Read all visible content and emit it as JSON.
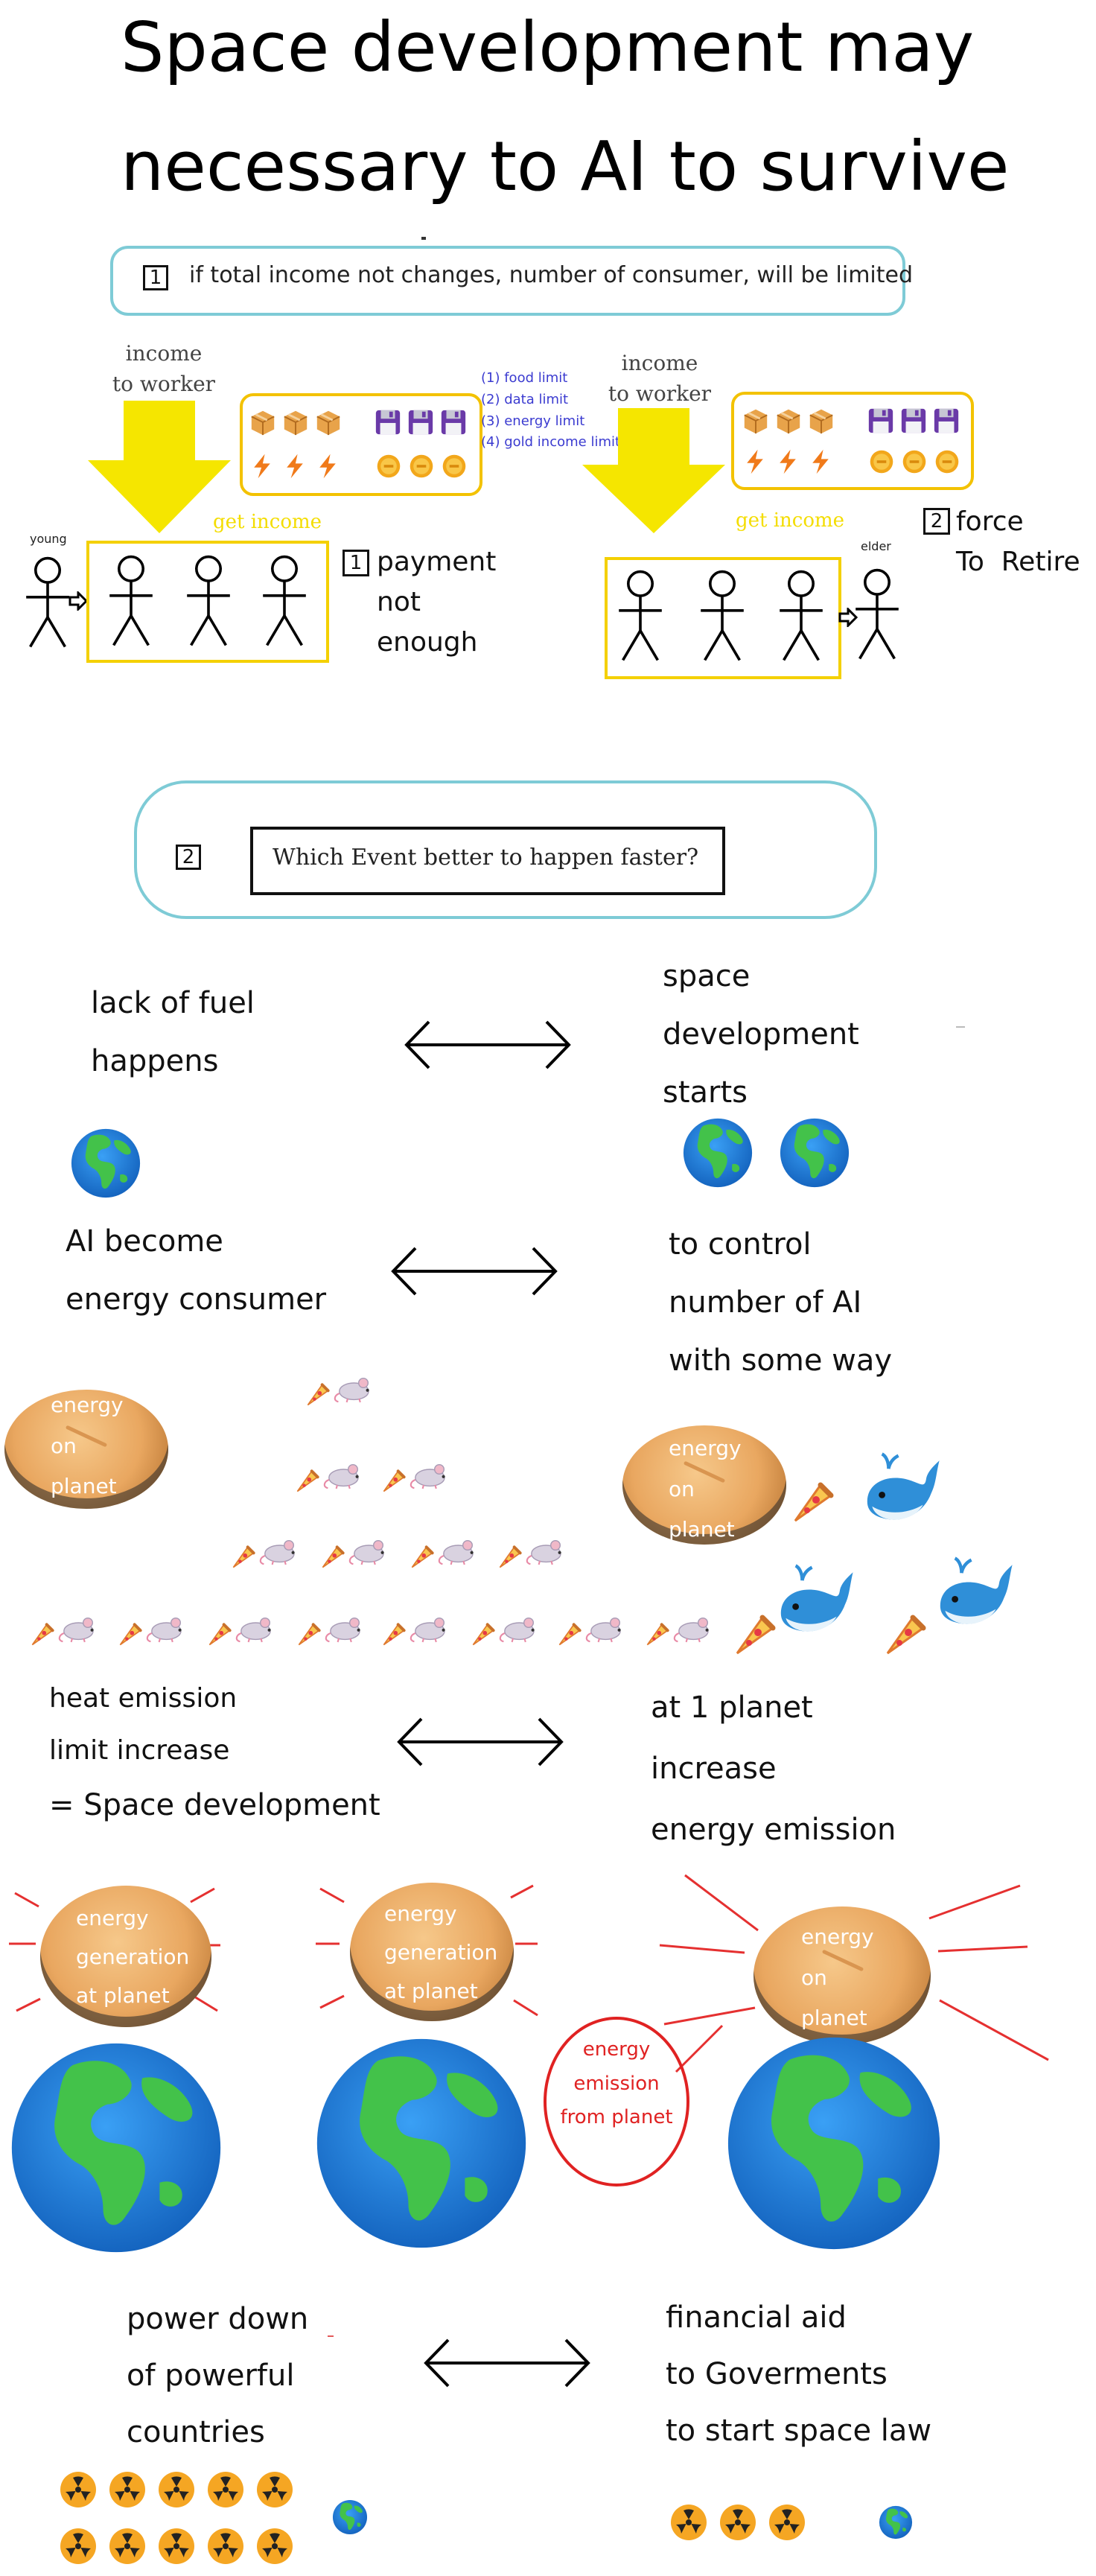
{
  "title": {
    "line1": "Space development may",
    "line2": "necessary to AI to survive"
  },
  "box1": {
    "number": "1",
    "text": "if total income not changes, number of consumer, will be limited"
  },
  "income_left": {
    "line1": "income",
    "line2": "to worker"
  },
  "income_right": {
    "line1": "income",
    "line2": "to worker"
  },
  "limits": [
    "(1) food limit",
    "(2) data limit",
    "(3) energy limit",
    "(4) gold income limit"
  ],
  "get_income_left": "get income",
  "get_income_right": "get income",
  "young": "young",
  "elder": "elder",
  "payment": {
    "number": "1",
    "lines": [
      "payment",
      "not",
      "enough"
    ]
  },
  "retire": {
    "number": "2",
    "line1": "force",
    "line2": "To  Retire"
  },
  "box2": {
    "number": "2",
    "question": "Which Event better to happen faster?"
  },
  "pair1": {
    "left": [
      "lack of fuel",
      "happens"
    ],
    "right": [
      "space",
      "development",
      "starts"
    ]
  },
  "pair2": {
    "left": [
      "AI become",
      "energy consumer"
    ],
    "right": [
      "to control",
      "number of AI",
      "with some way"
    ]
  },
  "pie_labels": {
    "energy_on_planet": [
      "energy",
      "on",
      "planet"
    ],
    "generation": [
      "energy",
      "generation",
      "at planet"
    ]
  },
  "pair3": {
    "left": [
      "heat emission",
      "limit increase"
    ],
    "left_eq": "= Space development",
    "right": [
      "at 1 planet",
      "increase",
      "energy emission"
    ]
  },
  "emission_label": [
    "energy",
    "emission",
    "from planet"
  ],
  "pair4": {
    "left": [
      "power down",
      "of powerful",
      "countries"
    ],
    "right": [
      "financial aid",
      "to Goverments",
      "to start space law"
    ]
  },
  "icons": {
    "arrow": "yellow-down-arrow-icon",
    "box": "package-icon",
    "disk": "floppy-disk-icon",
    "bolt": "lightning-icon",
    "coin": "gold-coin-icon",
    "globe": "earth-globe-icon",
    "pizza": "pizza-icon",
    "mouse": "mouse-icon",
    "whale": "whale-icon",
    "radioactive": "radioactive-icon",
    "pie": "pie-icon"
  },
  "colors": {
    "pill_border": "#7ecbd6",
    "yellow": "#f4d000",
    "limit_text": "#3b3bd0",
    "emission_red": "#e02222"
  }
}
